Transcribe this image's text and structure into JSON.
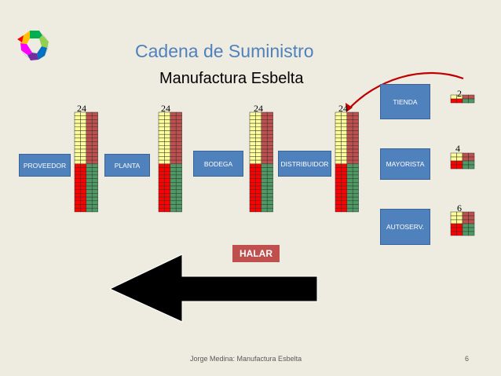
{
  "slide": {
    "title": "Cadena de Suministro",
    "subtitle": "Manufactura Esbelta",
    "halar": "HALAR",
    "footer": "Jorge Medina: Manufactura Esbelta",
    "page": "6"
  },
  "nodes": {
    "proveedor": "PROVEEDOR",
    "planta": "PLANTA",
    "bodega": "BODEGA",
    "distribuidor": "DISTRIBUIDOR",
    "tienda": "TIENDA",
    "mayorista": "MAYORISTA",
    "autoserv": "AUTOSERV."
  },
  "inventory": {
    "main_counts": [
      "24",
      "24",
      "24",
      "24"
    ],
    "retail_counts": [
      "2",
      "4",
      "6"
    ]
  },
  "colors": {
    "box": "#4F81BD",
    "title": "#4F81BD",
    "yellow": "#FFFF99",
    "red": "#FF0000",
    "dark_red": "#C0504D",
    "green": "#4E9A64",
    "halar": "#C0504D"
  }
}
